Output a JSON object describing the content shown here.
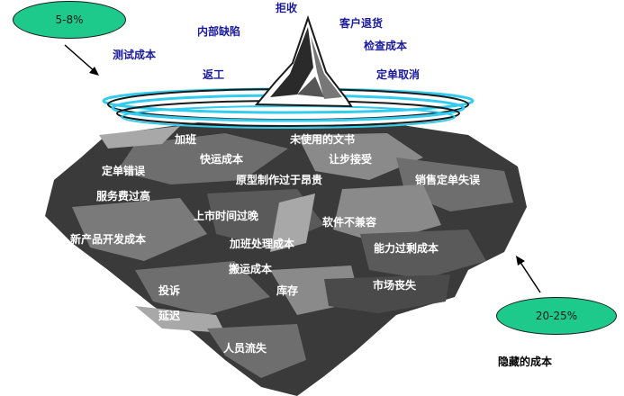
{
  "colors": {
    "ellipse_fill": "#1ec98c",
    "above_text": "#1a1a9a",
    "below_text": "#ffffff",
    "water": "#33ccee",
    "rock_dark": "#3a3a3a",
    "rock_mid": "#6e6e6e",
    "rock_light": "#a8a8a8"
  },
  "visible_cost": {
    "percent": "5-8%",
    "labels": [
      "拒收",
      "客户退货",
      "内部缺陷",
      "检查成本",
      "测试成本",
      "返工",
      "定单取消"
    ]
  },
  "hidden_cost": {
    "percent": "20-25%",
    "caption": "隐藏的成本",
    "labels": [
      "加班",
      "未使用的文书",
      "快运成本",
      "让步接受",
      "定单错误",
      "原型制作过于昂贵",
      "销售定单失误",
      "服务费过高",
      "上市时间过晚",
      "软件不兼容",
      "新产品开发成本",
      "加班处理成本",
      "能力过剩成本",
      "搬运成本",
      "投诉",
      "库存",
      "市场丧失",
      "延迟",
      "人员流失"
    ]
  }
}
